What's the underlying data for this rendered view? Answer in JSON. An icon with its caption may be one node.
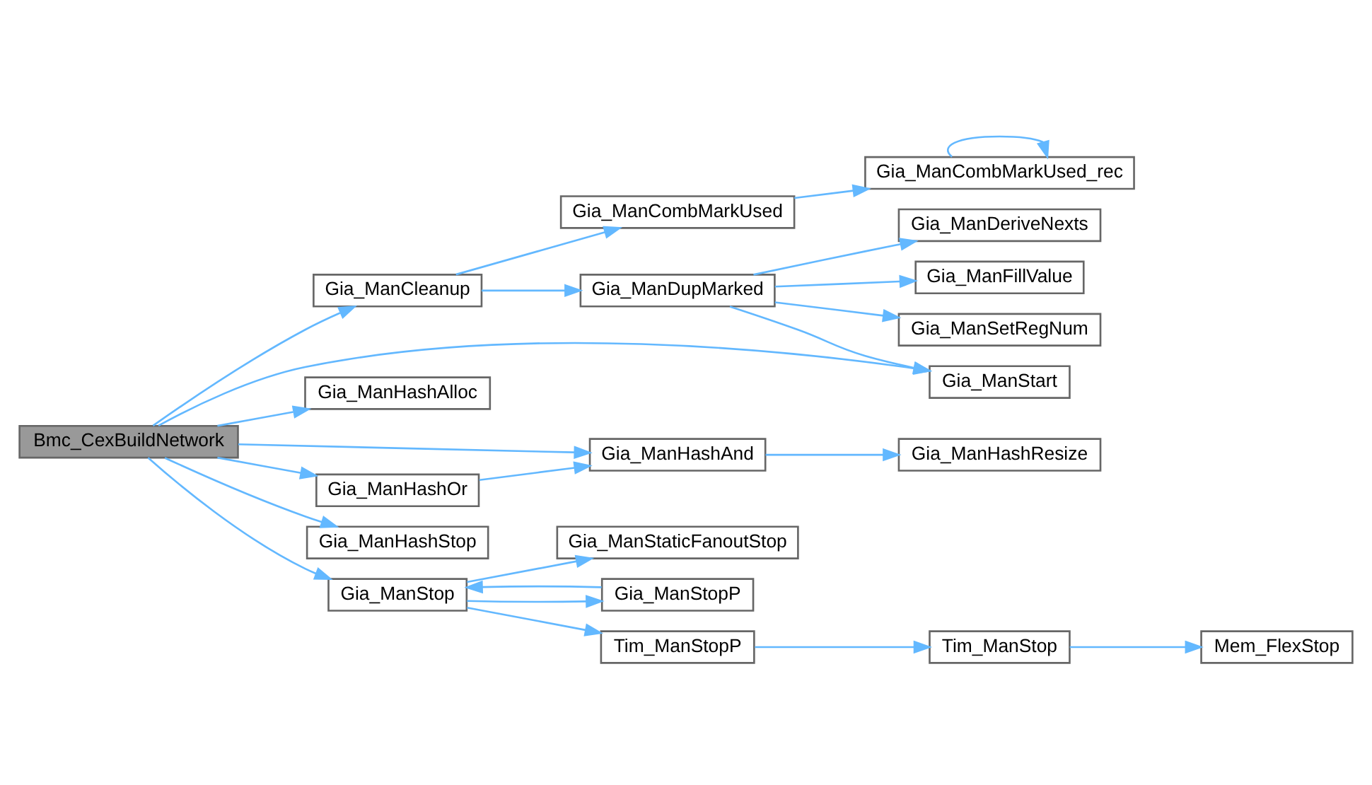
{
  "diagram": {
    "nodes": [
      {
        "text": [
          "Bmc_CexBuildNetwork"
        ]
      },
      {
        "text": [
          "Gia_ManCleanup"
        ]
      },
      {
        "text": [
          "Gia_ManCombMarkUsed"
        ]
      },
      {
        "text": [
          "Gia_ManCombMarkUsed_rec"
        ]
      },
      {
        "text": [
          "Gia_ManDupMarked"
        ]
      },
      {
        "text": [
          "Gia_ManDeriveNexts"
        ]
      },
      {
        "text": [
          "Gia_ManFillValue"
        ]
      },
      {
        "text": [
          "Gia_ManSetRegNum"
        ]
      },
      {
        "text": [
          "Gia_ManStart"
        ]
      },
      {
        "text": [
          "Gia_ManHashAlloc"
        ]
      },
      {
        "text": [
          "Gia_ManHashAnd"
        ]
      },
      {
        "text": [
          "Gia_ManHashResize"
        ]
      },
      {
        "text": [
          "Gia_ManHashOr"
        ]
      },
      {
        "text": [
          "Gia_ManHashStop"
        ]
      },
      {
        "text": [
          "Gia_ManStop"
        ]
      },
      {
        "text": [
          "Gia_ManStaticFanoutStop"
        ]
      },
      {
        "text": [
          "Gia_ManStopP"
        ]
      },
      {
        "text": [
          "Tim_ManStopP"
        ]
      },
      {
        "text": [
          "Tim_ManStop"
        ]
      },
      {
        "text": [
          "Mem_FlexStop"
        ]
      }
    ],
    "edges": [
      {
        "from": 0,
        "to": 1,
        "arrow": "to"
      },
      {
        "from": 1,
        "to": 2,
        "arrow": "to"
      },
      {
        "from": 2,
        "to": 3,
        "arrow": "to"
      },
      {
        "from": 3,
        "to": 3,
        "arrow": "to"
      },
      {
        "from": 1,
        "to": 4,
        "arrow": "to"
      },
      {
        "from": 4,
        "to": 5,
        "arrow": "to"
      },
      {
        "from": 4,
        "to": 6,
        "arrow": "to"
      },
      {
        "from": 4,
        "to": 7,
        "arrow": "to"
      },
      {
        "from": 4,
        "to": 8,
        "arrow": "to"
      },
      {
        "from": 0,
        "to": 8,
        "arrow": "to"
      },
      {
        "from": 0,
        "to": 9,
        "arrow": "to"
      },
      {
        "from": 0,
        "to": 10,
        "arrow": "to"
      },
      {
        "from": 10,
        "to": 11,
        "arrow": "to"
      },
      {
        "from": 0,
        "to": 12,
        "arrow": "to"
      },
      {
        "from": 12,
        "to": 10,
        "arrow": "to"
      },
      {
        "from": 0,
        "to": 13,
        "arrow": "to"
      },
      {
        "from": 0,
        "to": 14,
        "arrow": "to"
      },
      {
        "from": 14,
        "to": 15,
        "arrow": "to"
      },
      {
        "from": 14,
        "to": 16,
        "arrow": "to"
      },
      {
        "from": 16,
        "to": 14,
        "arrow": "to"
      },
      {
        "from": 14,
        "to": 17,
        "arrow": "to"
      },
      {
        "from": 17,
        "to": 18,
        "arrow": "to"
      },
      {
        "from": 18,
        "to": 19,
        "arrow": "to"
      }
    ]
  }
}
